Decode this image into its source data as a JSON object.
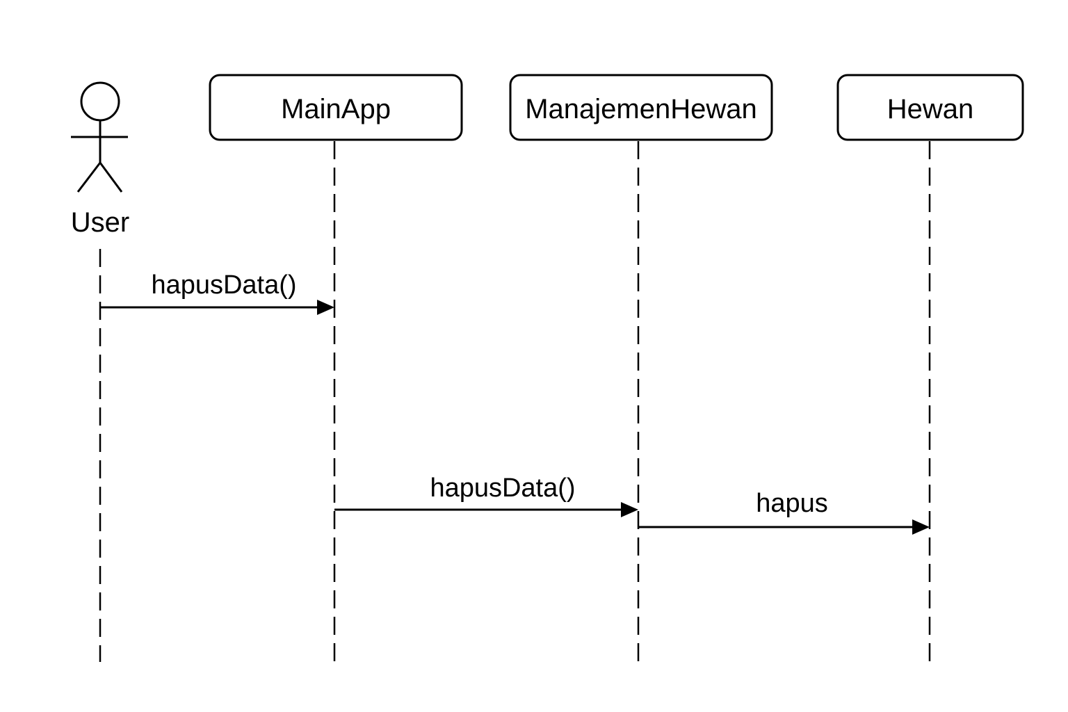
{
  "diagram": {
    "type": "sequence",
    "actor": {
      "label": "User",
      "icon": "stick-figure-icon"
    },
    "participants": [
      {
        "id": "mainapp",
        "label": "MainApp"
      },
      {
        "id": "manajemenhewan",
        "label": "ManajemenHewan"
      },
      {
        "id": "hewan",
        "label": "Hewan"
      }
    ],
    "messages": [
      {
        "from": "user",
        "to": "mainapp",
        "label": "hapusData()"
      },
      {
        "from": "mainapp",
        "to": "manajemenhewan",
        "label": "hapusData()"
      },
      {
        "from": "manajemenhewan",
        "to": "hewan",
        "label": "hapus"
      }
    ]
  }
}
